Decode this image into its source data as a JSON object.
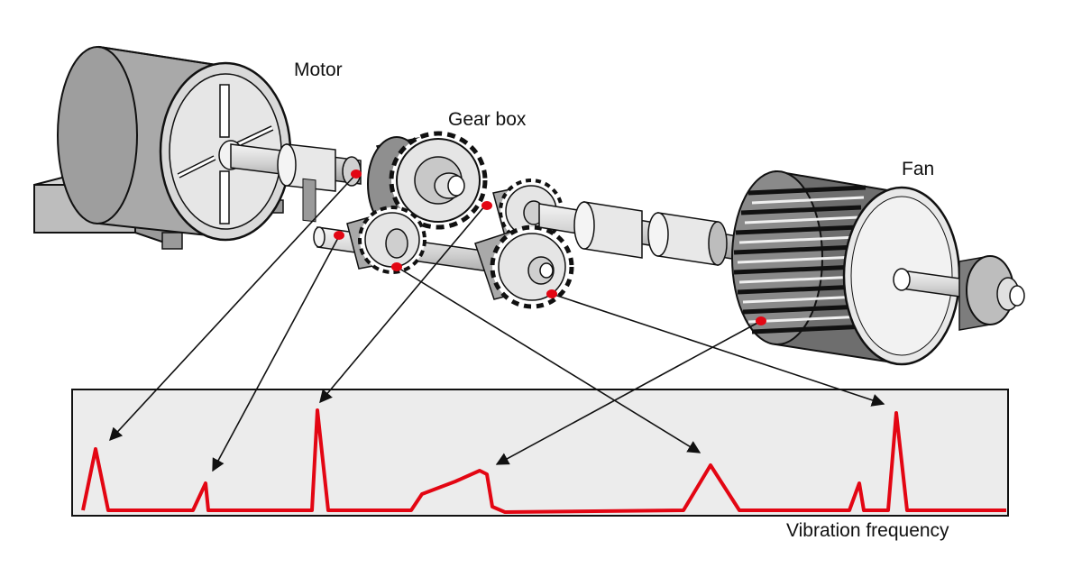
{
  "labels": {
    "motor": "Motor",
    "gearbox": "Gear box",
    "fan": "Fan",
    "axis": "Vibration frequency"
  },
  "colors": {
    "spectrum": "#e30613",
    "sensor": "#e30613",
    "panel": "#ececec",
    "metal_light": "#e6e6e6",
    "metal_mid": "#bdbdbd",
    "metal_dark": "#8a8a8a",
    "outline": "#111111"
  },
  "icons": {
    "motor": "electric-motor-icon",
    "gearbox": "gear-train-icon",
    "fan": "squirrel-cage-fan-icon",
    "sensor": "sensor-dot-icon",
    "arrow": "arrow-icon"
  }
}
